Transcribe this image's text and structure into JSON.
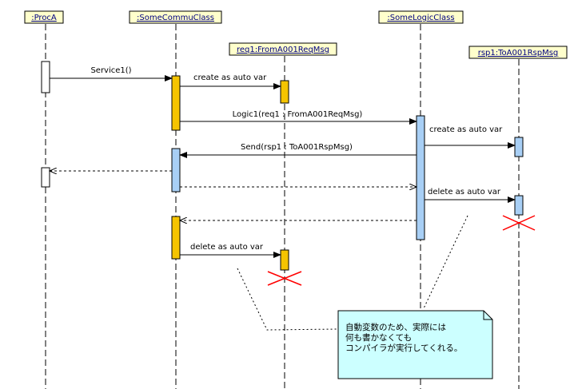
{
  "participants": [
    {
      "id": "procA",
      "label": ":ProcA"
    },
    {
      "id": "commu",
      "label": ":SomeCommuClass"
    },
    {
      "id": "req1",
      "label": "req1:FromA001ReqMsg"
    },
    {
      "id": "logic",
      "label": ":SomeLogicClass"
    },
    {
      "id": "rsp1",
      "label": "rsp1:ToA001RspMsg"
    }
  ],
  "messages": [
    {
      "id": "m1",
      "label": "Service1()"
    },
    {
      "id": "m2",
      "label": "create as auto var"
    },
    {
      "id": "m3",
      "label": "Logic1(req1 : FromA001ReqMsg)"
    },
    {
      "id": "m4",
      "label": "create as auto var"
    },
    {
      "id": "m5",
      "label": "Send(rsp1 : ToA001RspMsg)"
    },
    {
      "id": "m6",
      "label": ""
    },
    {
      "id": "m7",
      "label": ""
    },
    {
      "id": "m8",
      "label": "delete as auto var"
    },
    {
      "id": "m9",
      "label": ""
    },
    {
      "id": "m10",
      "label": "delete as auto var"
    }
  ],
  "note": {
    "lines": [
      "自動変数のため、実際には",
      "何も書かなくても",
      "コンパイラが実行してくれる。"
    ]
  },
  "colors": {
    "header_fill": "#ffffcc",
    "header_text": "#000080",
    "yellow_activation": "#f5c400",
    "blue_activation": "#a8cff5",
    "white_activation": "#ffffff",
    "note_fill": "#ccffff",
    "destroy": "#ff0000"
  }
}
